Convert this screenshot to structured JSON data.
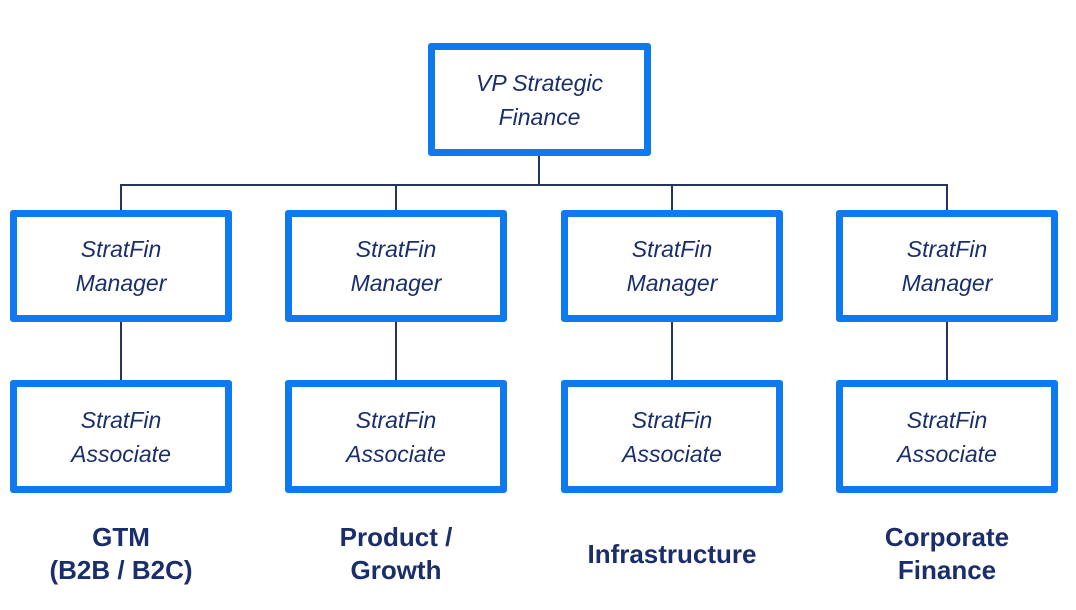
{
  "colors": {
    "box_border": "#0F79F0",
    "text_navy": "#1A2E6B",
    "connector": "#24365E",
    "background": "#FFFFFF"
  },
  "org_chart": {
    "root": {
      "title": "VP Strategic\nFinance"
    },
    "columns": [
      {
        "manager": "StratFin\nManager",
        "associate": "StratFin\nAssociate",
        "team": "GTM\n(B2B / B2C)"
      },
      {
        "manager": "StratFin\nManager",
        "associate": "StratFin\nAssociate",
        "team": "Product /\nGrowth"
      },
      {
        "manager": "StratFin\nManager",
        "associate": "StratFin\nAssociate",
        "team": "Infrastructure"
      },
      {
        "manager": "StratFin\nManager",
        "associate": "StratFin\nAssociate",
        "team": "Corporate\nFinance"
      }
    ]
  }
}
